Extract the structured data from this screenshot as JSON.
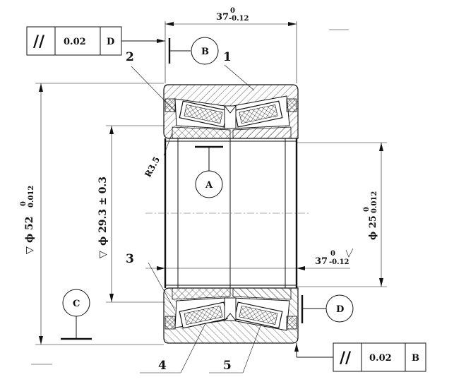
{
  "dimensions": {
    "width_top": {
      "nominal": "37",
      "upper": "0",
      "lower": "-0.12"
    },
    "width_mid": {
      "nominal": "37",
      "upper": "0",
      "lower": "-0.12"
    },
    "outer_dia": {
      "symbol": "▽",
      "prefix": "ϕ 52",
      "upper": "0",
      "lower": "0.012"
    },
    "inner_dia": {
      "prefix": "ϕ 25",
      "upper": "0",
      "lower": "0.012"
    },
    "bore": {
      "symbol": "▽",
      "text": "ϕ 29.3 ± 0.3"
    },
    "radius": "R3.5"
  },
  "tolerance_frames": {
    "top": {
      "symbol": "//",
      "value": "0.02",
      "datum": "D"
    },
    "bottom": {
      "symbol": "//",
      "value": "0.02",
      "datum": "B"
    }
  },
  "datums": {
    "a": "A",
    "b": "B",
    "c": "C",
    "d": "D"
  },
  "part_labels": {
    "p1": "1",
    "p2": "2",
    "p3": "3",
    "p4": "4",
    "p5": "5"
  }
}
